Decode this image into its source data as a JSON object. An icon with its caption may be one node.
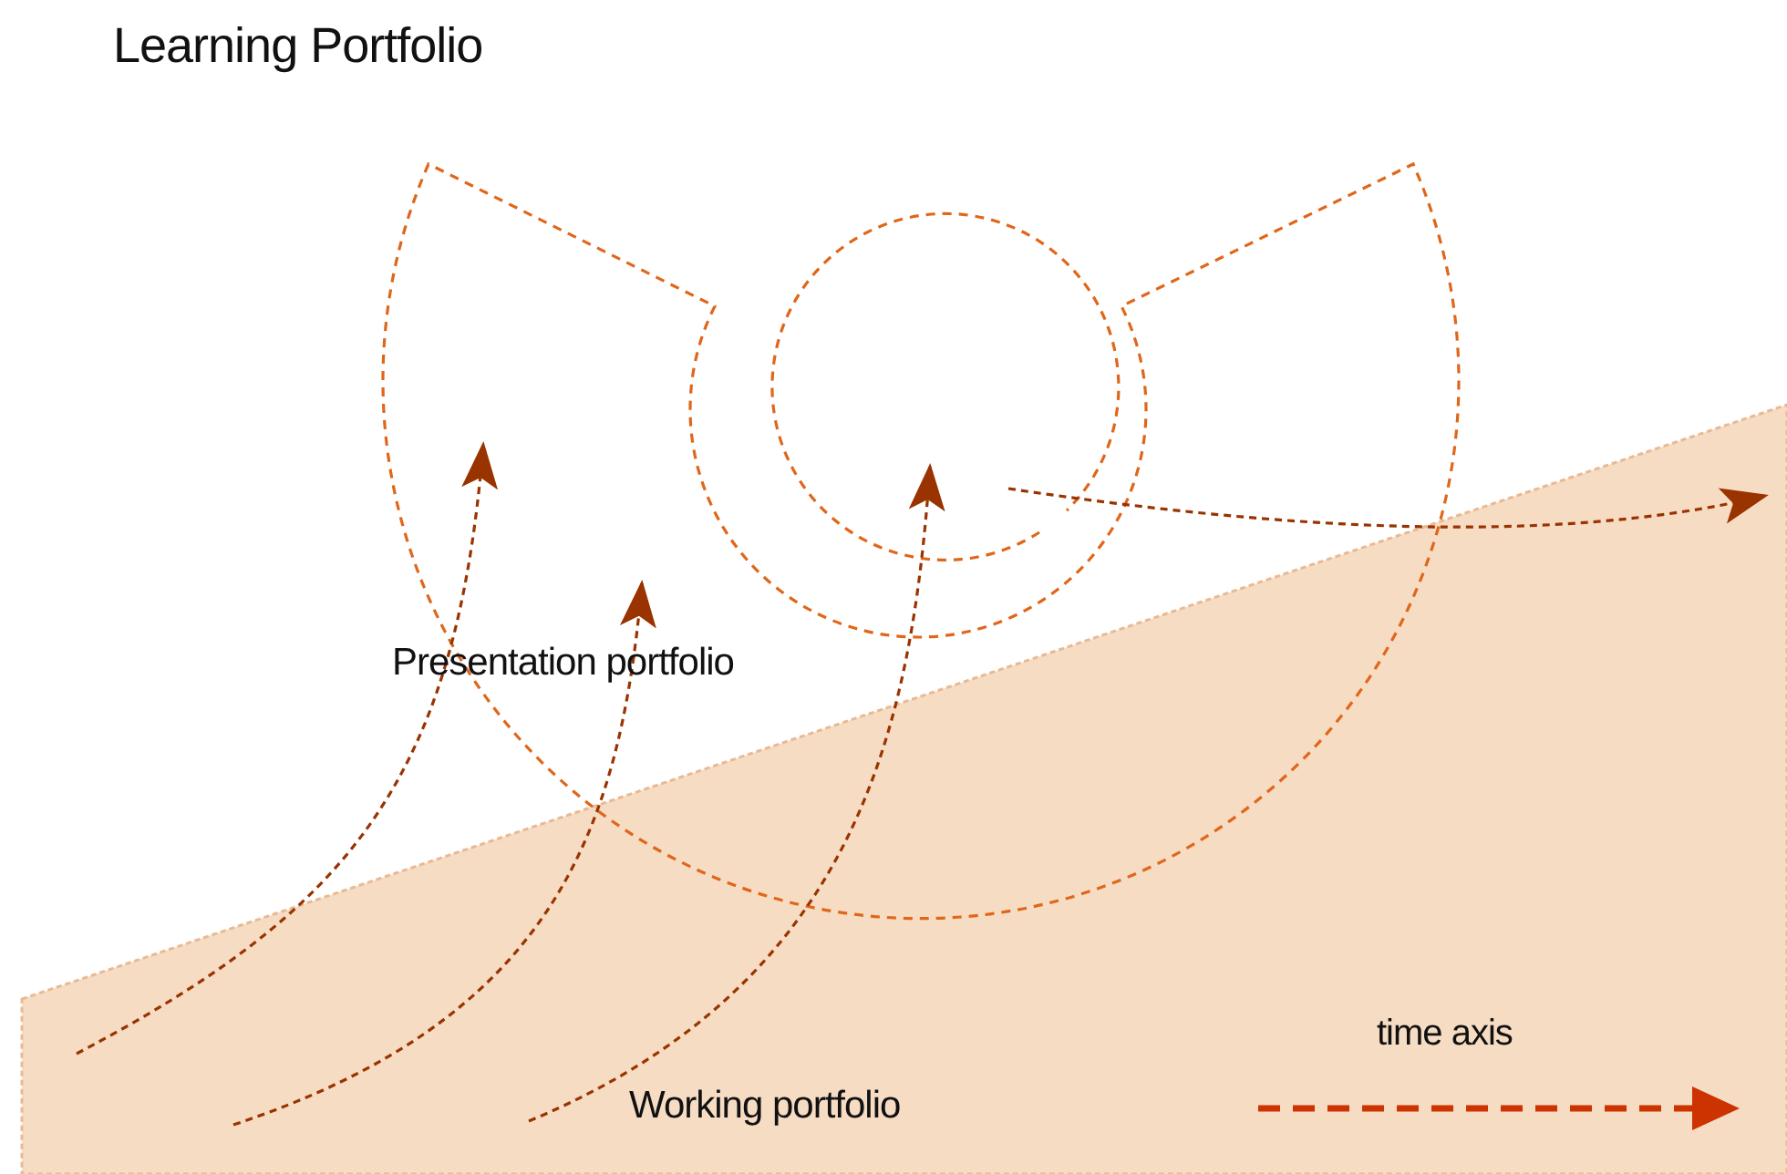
{
  "diagram": {
    "title": "Learning Portfolio",
    "labels": [
      "Presentation portfolio",
      "Working portfolio"
    ],
    "legend": [
      {
        "text": "time axis"
      }
    ]
  }
}
